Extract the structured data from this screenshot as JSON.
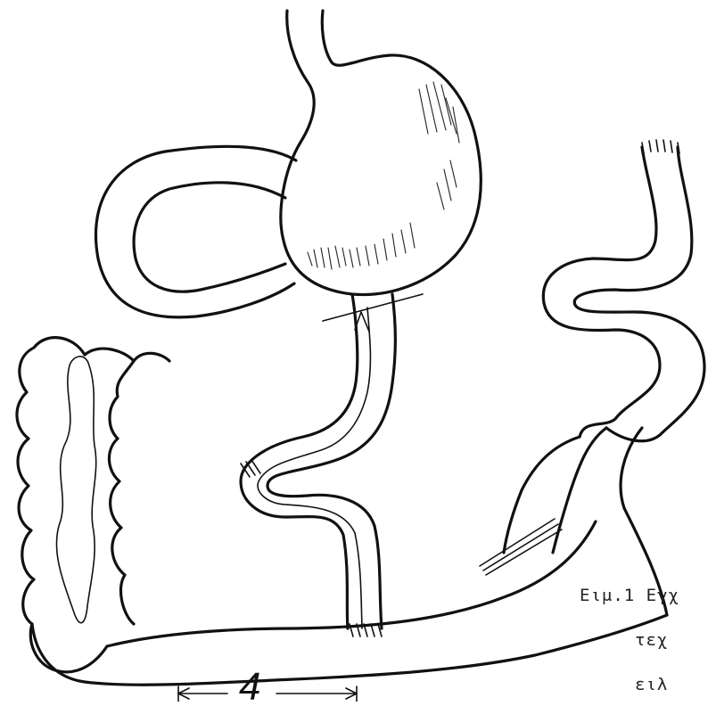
{
  "caption": {
    "line1": "Ειμ.1 Εγχ",
    "line2": "τεχ",
    "line3": "ειλ"
  },
  "measurement": {
    "label": "4"
  }
}
